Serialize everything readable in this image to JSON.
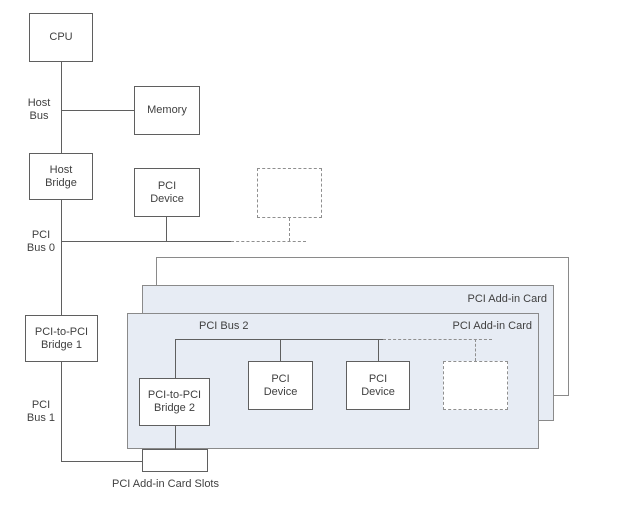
{
  "diagram": {
    "nodes": {
      "cpu": {
        "label": "CPU"
      },
      "memory": {
        "label": "Memory"
      },
      "host_bridge": {
        "label": "Host\nBridge"
      },
      "pci_device_bus0": {
        "label": "PCI\nDevice"
      },
      "pci_to_pci_bridge_1": {
        "label": "PCI-to-PCI\nBridge 1"
      },
      "pci_to_pci_bridge_2": {
        "label": "PCI-to-PCI\nBridge 2"
      },
      "pci_device_bus2_a": {
        "label": "PCI\nDevice"
      },
      "pci_device_bus2_b": {
        "label": "PCI\nDevice"
      },
      "empty_dashed_slot_bus0": {
        "label": ""
      },
      "empty_dashed_slot_bus2": {
        "label": ""
      }
    },
    "bus_labels": {
      "host_bus": "Host\nBus",
      "pci_bus_0": "PCI\nBus 0",
      "pci_bus_1": "PCI\nBus 1",
      "pci_bus_2": "PCI Bus 2"
    },
    "cards": {
      "middle_label": "PCI Add-in Card",
      "front_label": "PCI Add-in Card"
    },
    "captions": {
      "card_slots": "PCI Add-in Card Slots"
    },
    "colors": {
      "background": "#ffffff",
      "card_fill": "#e7ecf4",
      "back_card_fill": "#ffffff",
      "box_border": "#5f5f5f",
      "card_border": "#8a8a8a",
      "dashed": "#8f8f8f",
      "text": "#3f3f3f"
    }
  }
}
